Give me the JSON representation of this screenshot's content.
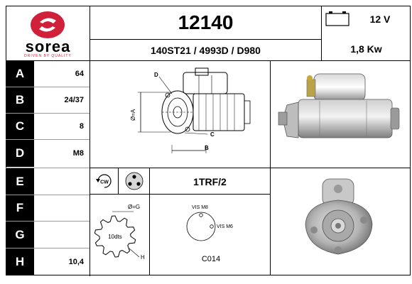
{
  "brand": {
    "name": "sorea",
    "tagline": "DRIVEN BY QUALITY",
    "color": "#d0203a"
  },
  "header": {
    "part_number": "12140",
    "references": "140ST21 / 4993D / D980",
    "voltage": "12 V",
    "power": "1,8 Kw"
  },
  "specs": [
    {
      "letter": "A",
      "value": "64"
    },
    {
      "letter": "B",
      "value": "24/37"
    },
    {
      "letter": "C",
      "value": "8"
    },
    {
      "letter": "D",
      "value": "M8"
    },
    {
      "letter": "E",
      "value": ""
    },
    {
      "letter": "F",
      "value": ""
    },
    {
      "letter": "G",
      "value": ""
    },
    {
      "letter": "H",
      "value": "10,4"
    }
  ],
  "diagram": {
    "label_d": "D",
    "label_a": "Ø=A",
    "label_c": "C",
    "label_b": "B"
  },
  "rotation": {
    "direction": "CW",
    "flange_type": "1TRF/2"
  },
  "pinion": {
    "label_g": "Ø=G",
    "teeth": "10dts",
    "label_h": "H"
  },
  "terminals": {
    "vis1": "VIS M8",
    "vis2": "VIS M6",
    "code": "C014"
  }
}
